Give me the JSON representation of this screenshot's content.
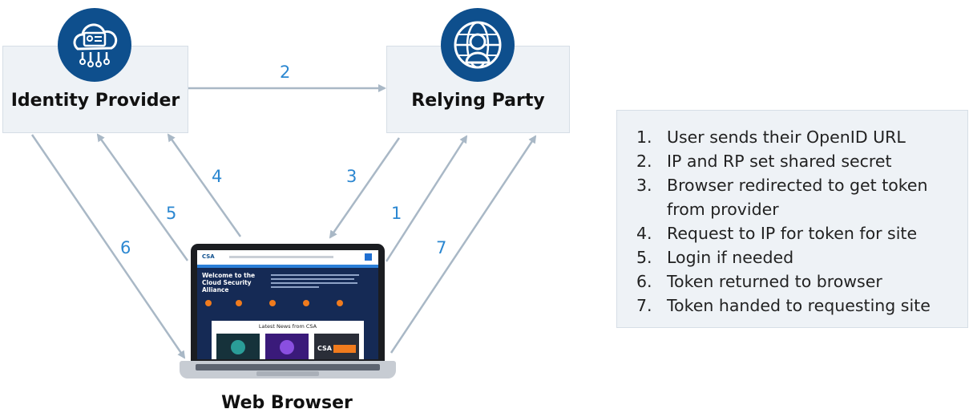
{
  "nodes": {
    "identity_provider": "Identity Provider",
    "relying_party": "Relying Party",
    "web_browser": "Web Browser"
  },
  "arrow_labels": [
    "1",
    "2",
    "3",
    "4",
    "5",
    "6",
    "7"
  ],
  "steps": [
    {
      "n": "1.",
      "text": "User sends their OpenID URL"
    },
    {
      "n": "2.",
      "text": "IP and RP set shared secret"
    },
    {
      "n": "3.",
      "text": "Browser redirected to get token",
      "cont": "from provider"
    },
    {
      "n": "4.",
      "text": "Request to IP for token for site"
    },
    {
      "n": "5.",
      "text": "Login if needed"
    },
    {
      "n": "6.",
      "text": "Token returned to browser"
    },
    {
      "n": "7.",
      "text": "Token handed to requesting site"
    }
  ],
  "laptop_screen": {
    "logo": "CSA",
    "hero_title_1": "Welcome to the",
    "hero_title_2": "Cloud Security",
    "hero_title_3": "Alliance",
    "news_heading": "Latest News from CSA",
    "thumb_logo": "CSA"
  },
  "colors": {
    "icon_blue": "#0e4f8d",
    "arrow_gray": "#a9b8c6",
    "number_blue": "#2b87d1",
    "box_fill": "#eef2f6"
  }
}
